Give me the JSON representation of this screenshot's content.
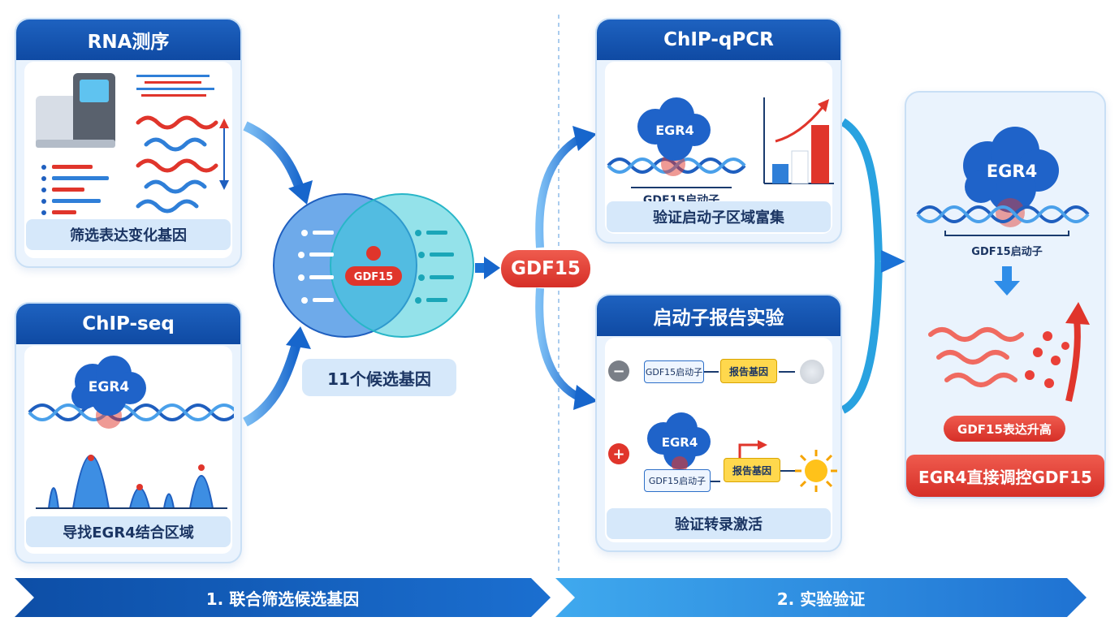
{
  "rna_panel": {
    "title": "RNA测序",
    "caption": "筛选表达变化基因"
  },
  "chipseq_panel": {
    "title": "ChIP-seq",
    "caption": "导找EGR4结合区域",
    "protein": "EGR4"
  },
  "venn": {
    "center_label": "GDF15",
    "caption": "11个候选基因"
  },
  "gene_pill": {
    "label": "GDF15"
  },
  "chipqpcr_panel": {
    "title": "ChIP-qPCR",
    "protein": "EGR4",
    "promoter": "GDF15启动子",
    "caption": "验证启动子区域富集"
  },
  "reporter_panel": {
    "title": "启动子报告实验",
    "minus_sign": "−",
    "plus_sign": "+",
    "promoter_box": "GDF15启动子",
    "reporter_box": "报告基因",
    "protein": "EGR4",
    "caption": "验证转录激活"
  },
  "result_panel": {
    "protein": "EGR4",
    "promoter": "GDF15启动子",
    "expression_label": "GDF15表达升高",
    "conclusion": "EGR4直接调控GDF15"
  },
  "banners": {
    "step1": "1. 联合筛选候选基因",
    "step2": "2. 实验验证"
  },
  "colors": {
    "primary_blue": "#1a5fbf",
    "accent_red": "#e0352b",
    "teal": "#28b6c8",
    "reporter_yellow": "#ffd84d"
  }
}
